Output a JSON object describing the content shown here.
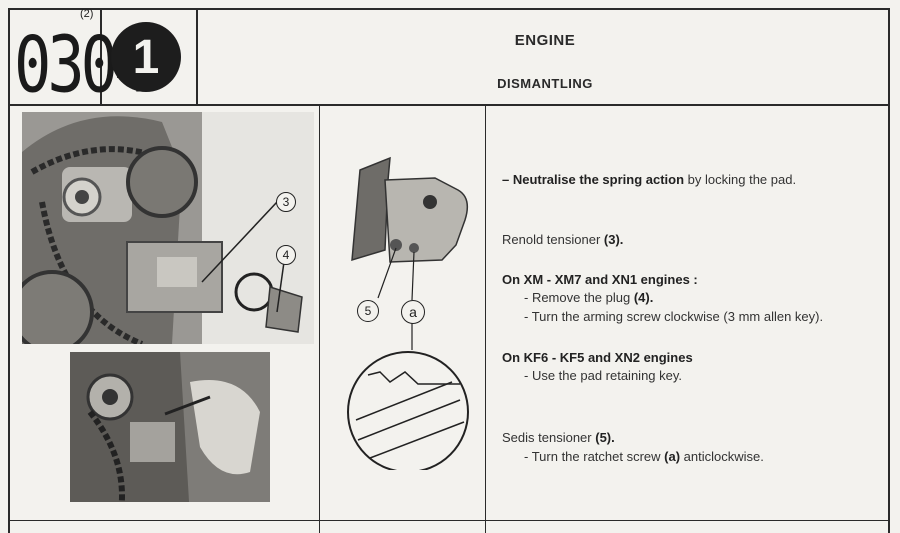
{
  "header": {
    "code": "0304",
    "code_sup": "(2)",
    "section_number": "1",
    "title": "ENGINE",
    "subtitle": "DISMANTLING"
  },
  "figures": {
    "photo_callout_3": "3",
    "photo_callout_4": "4",
    "diagram_callout_5": "5",
    "diagram_callout_a": "a"
  },
  "instructions": {
    "step1_bold": "Neutralise the spring action",
    "step1_rest": " by locking the pad.",
    "step1_dash": "– ",
    "renold_text": "Renold tensioner ",
    "renold_ref": "(3).",
    "xm_heading": "On XM - XM7 and XN1 engines :",
    "xm_step1_text": "- Remove the plug ",
    "xm_step1_ref": "(4).",
    "xm_step2": "- Turn the arming screw clockwise (3 mm allen key).",
    "kf_heading": "On KF6 - KF5 and XN2 engines",
    "kf_step1": "- Use the pad retaining key.",
    "sedis_text": "Sedis tensioner ",
    "sedis_ref": "(5).",
    "sedis_step_a": "- Turn the ratchet screw ",
    "sedis_step_ref": "(a)",
    "sedis_step_b": " anticlockwise."
  }
}
